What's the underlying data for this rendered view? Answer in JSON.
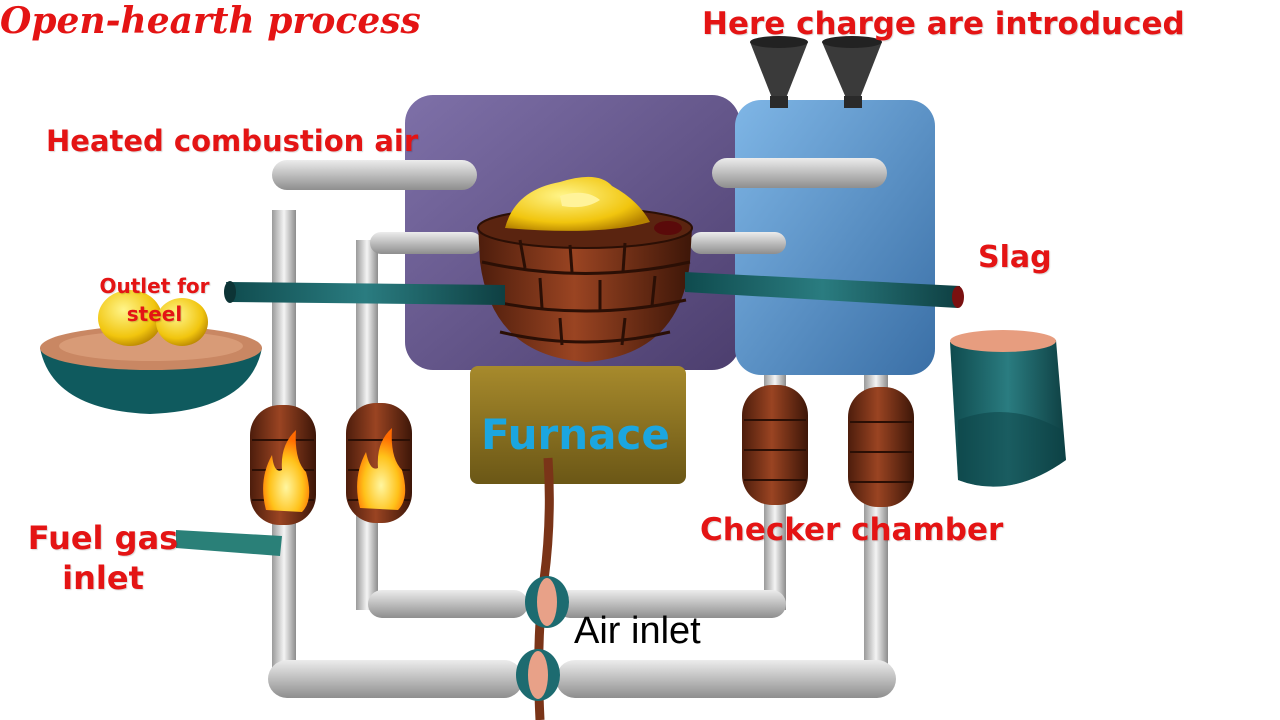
{
  "diagram": {
    "title": "Open-hearth process",
    "labels": {
      "charge": "Here charge are introduced",
      "heated_air": "Heated combustion air",
      "slag": "Slag",
      "outlet": "Outlet for steel",
      "fuel_gas": "Fuel gas inlet",
      "checker": "Checker chamber",
      "furnace": "Furnace",
      "air_inlet": "Air inlet"
    },
    "colors": {
      "label_red": "#e41414",
      "furnace_blue": "#1ba6e0",
      "purple_chamber": "#6a5a8e",
      "blue_chamber": "#5b9bd5",
      "brick": "#7a3418",
      "pipe_grey": "#c9c9c9",
      "teal": "#1f6e6e"
    }
  }
}
